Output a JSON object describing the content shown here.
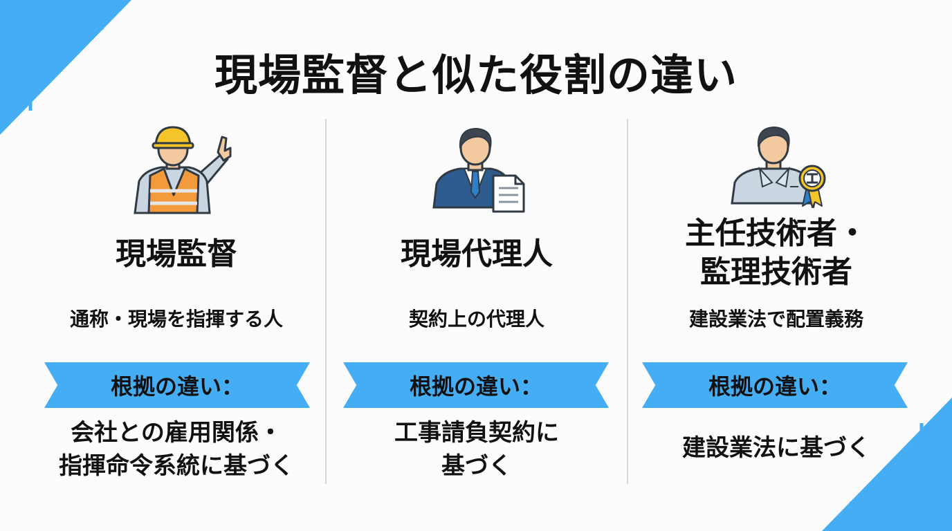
{
  "title": "現場監督と似た役割の違い",
  "colors": {
    "accent": "#45adf4",
    "text": "#111111",
    "divider": "#d6d6d6"
  },
  "columns": [
    {
      "icon": "construction-worker-icon",
      "name": "現場監督",
      "description": "通称・現場を指揮する人",
      "basis_label": "根拠の違い：",
      "basis": "会社との雇用関係・\n指揮命令系統に基づく"
    },
    {
      "icon": "businessman-document-icon",
      "name": "現場代理人",
      "description": "契約上の代理人",
      "basis_label": "根拠の違い：",
      "basis": "工事請負契約に\n基づく"
    },
    {
      "icon": "engineer-badge-icon",
      "name": "主任技術者・\n監理技術者",
      "description": "建設業法で配置義務",
      "basis_label": "根拠の違い：",
      "basis": "建設業法に基づく"
    }
  ]
}
